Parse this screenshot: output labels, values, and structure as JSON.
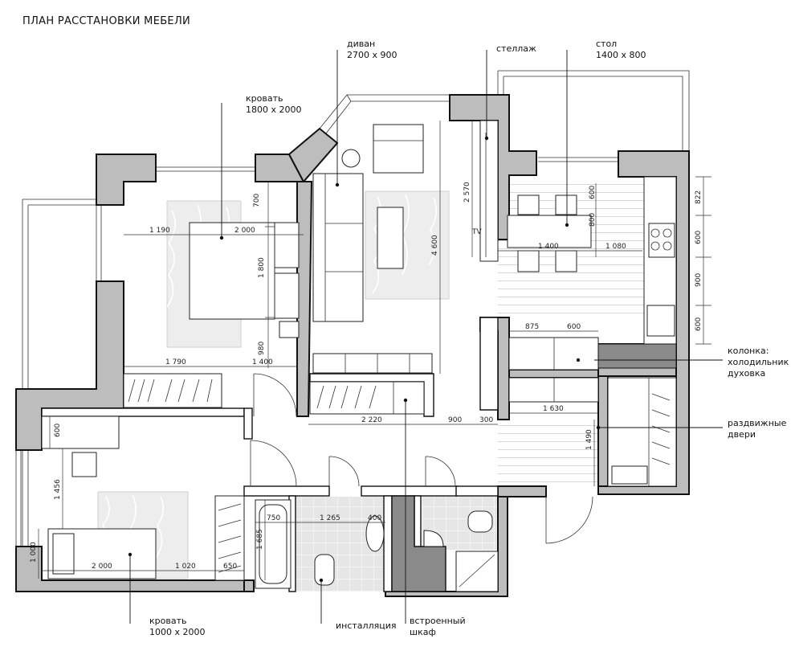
{
  "title": "ПЛАН РАССТАНОВКИ МЕБЕЛИ",
  "labels": {
    "sofa": {
      "name": "диван",
      "size": "2700 x 900"
    },
    "rack": {
      "name": "стеллаж"
    },
    "table": {
      "name": "стол",
      "size": "1400 x 800"
    },
    "bed_large": {
      "name": "кровать",
      "size": "1800 x 2000"
    },
    "bed_small": {
      "name": "кровать",
      "size": "1000 x 2000"
    },
    "column": {
      "line1": "колонка:",
      "line2": "холодильник",
      "line3": "духовка"
    },
    "sliding": {
      "line1": "раздвижные",
      "line2": "двери"
    },
    "installation": "инсталляция",
    "wardrobe": {
      "line1": "встроенный",
      "line2": "шкаф"
    },
    "tv": "TV"
  },
  "dims": {
    "d1190": "1 190",
    "d2000a": "2 000",
    "d700": "700",
    "d1800": "1 800",
    "d980": "980",
    "d1790": "1 790",
    "d1400a": "1 400",
    "d2570": "2 570",
    "d4600": "4 600",
    "d600a": "600",
    "d800": "800",
    "d1400b": "1 400",
    "d1080": "1 080",
    "d822": "822",
    "d600b": "600",
    "d900a": "900",
    "d600c": "600",
    "d875": "875",
    "d600d": "600",
    "d2220": "2 220",
    "d900b": "900",
    "d300": "300",
    "d1630": "1 630",
    "d1490": "1 490",
    "d600e": "600",
    "d1456": "1 456",
    "d750": "750",
    "d1265": "1 265",
    "d400": "400",
    "d1685": "1 685",
    "d1000": "1 000",
    "d2000b": "2 000",
    "d1020": "1 020",
    "d650": "650"
  }
}
